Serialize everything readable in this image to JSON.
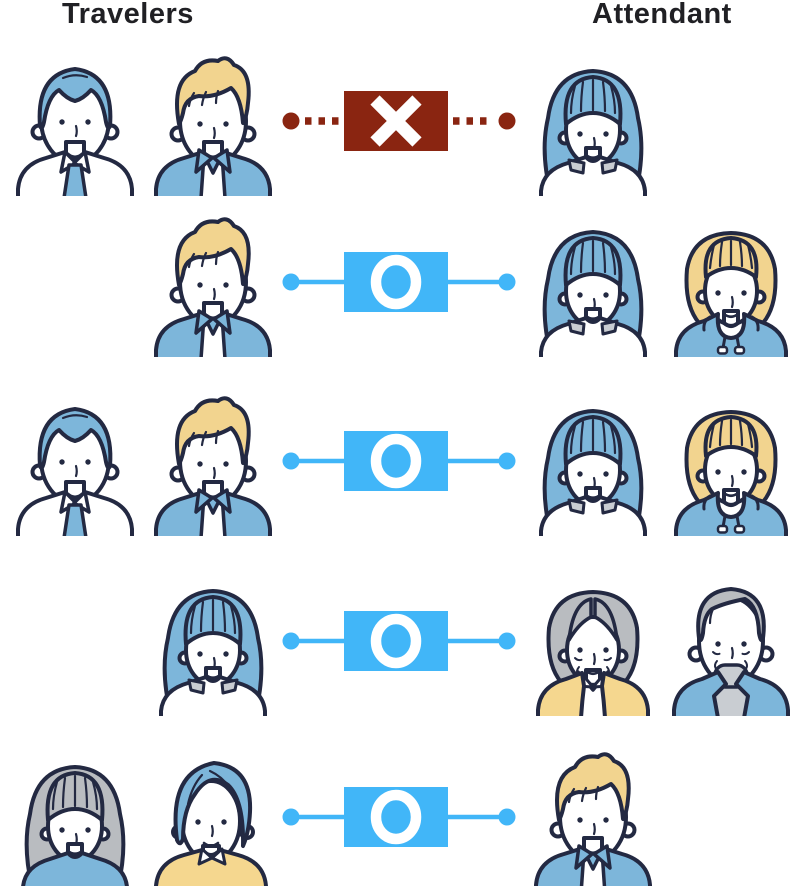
{
  "header": {
    "travelers_label": "Travelers",
    "attendant_label": "Attendant"
  },
  "palette": {
    "background": "#ffffff",
    "text": "#202024",
    "outline": "#232942",
    "blue": "#7db6da",
    "blond": "#f2d48f",
    "gray_hair": "#b9bcc0",
    "yellow": "#f5d78f",
    "skin": "#ffffff",
    "collar_gray": "#c9cdd2",
    "ok_blue": "#41b6f8",
    "deny_red": "#8a2511"
  },
  "symbols": {
    "ok": "◯",
    "deny": "✕"
  },
  "avatars": {
    "man-blue-hair-tie": "man with blue hair, white shirt and blue tie",
    "man-blond-shirt": "man with tousled blond hair and open blue shirt",
    "woman-blue-long-hair": "woman with long blue hair and white top",
    "woman-blond-bob-hoodie": "woman with blond bob and blue hoodie",
    "elderly-woman-cardigan": "elderly woman with gray bob and yellow cardigan",
    "elderly-man-jacket": "elderly man with gray hair, turtleneck and blue jacket",
    "woman-gray-long-hair": "woman with long gray hair and blue top",
    "person-blue-swept-hair": "person with swept blue hair and yellow shirt"
  },
  "rows": [
    {
      "status": "deny",
      "travelers": [
        "man-blue-hair-tie",
        "man-blond-shirt"
      ],
      "attendants": [
        "woman-blue-long-hair"
      ]
    },
    {
      "status": "ok",
      "travelers": [
        "man-blond-shirt"
      ],
      "attendants": [
        "woman-blue-long-hair",
        "woman-blond-bob-hoodie"
      ]
    },
    {
      "status": "ok",
      "travelers": [
        "man-blue-hair-tie",
        "man-blond-shirt"
      ],
      "attendants": [
        "woman-blue-long-hair",
        "woman-blond-bob-hoodie"
      ]
    },
    {
      "status": "ok",
      "travelers": [
        "woman-blue-long-hair"
      ],
      "attendants": [
        "elderly-woman-cardigan",
        "elderly-man-jacket"
      ]
    },
    {
      "status": "ok",
      "travelers": [
        "woman-gray-long-hair",
        "person-blue-swept-hair"
      ],
      "attendants": [
        "man-blond-shirt"
      ]
    }
  ]
}
